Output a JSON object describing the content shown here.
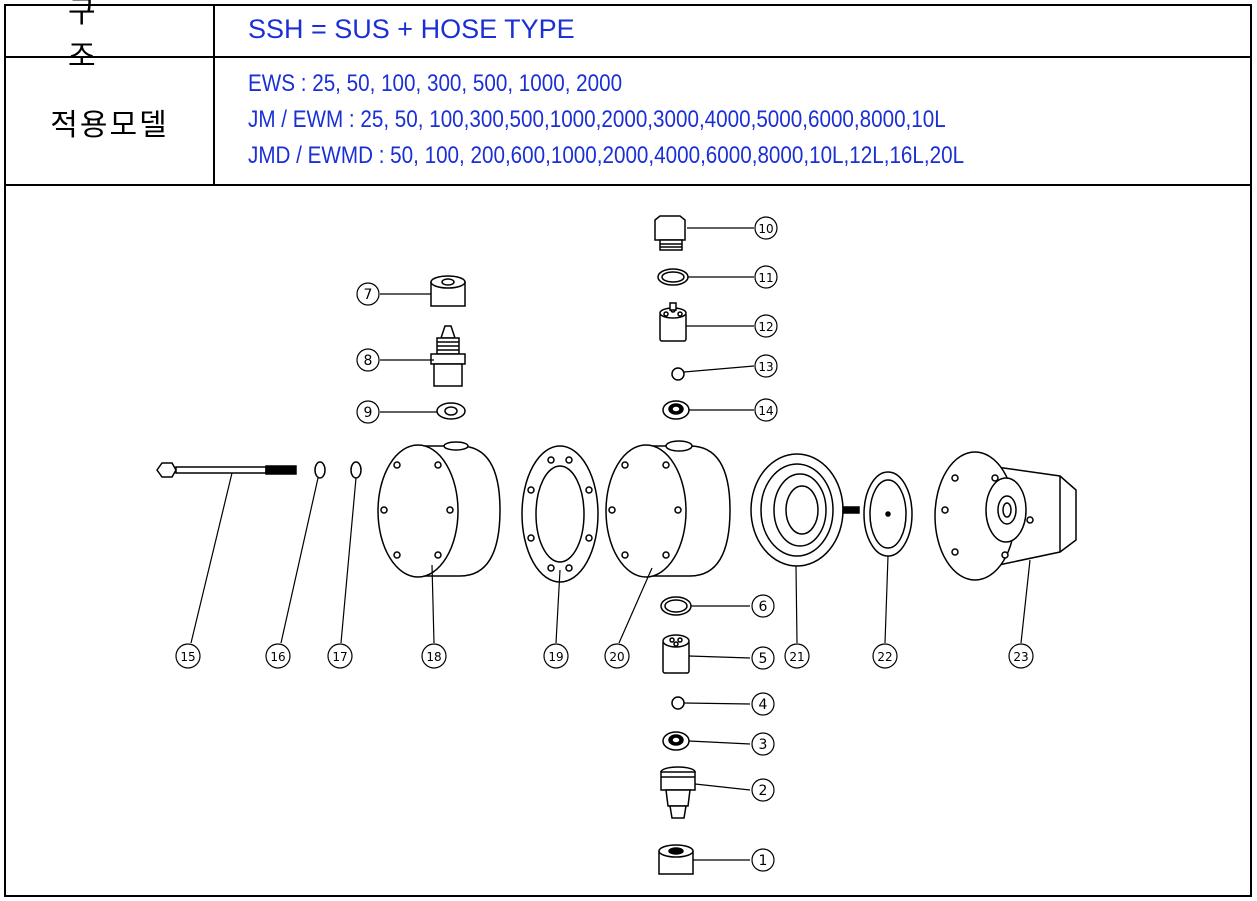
{
  "table": {
    "structure_label": "구조",
    "structure_value": "SSH = SUS + HOSE TYPE",
    "model_label": "적용모델",
    "model_lines": [
      "EWS : 25, 50, 100, 300, 500, 1000, 2000",
      "JM / EWM : 25, 50, 100,300,500,1000,2000,3000,4000,5000,6000,8000,10L",
      "JMD / EWMD : 50, 100, 200,600,1000,2000,4000,6000,8000,10L,12L,16L,20L"
    ]
  },
  "colors": {
    "value_text": "#1a2fd6",
    "line": "#000000"
  },
  "callouts": [
    "1",
    "2",
    "3",
    "4",
    "5",
    "6",
    "7",
    "8",
    "9",
    "10",
    "11",
    "12",
    "13",
    "14",
    "15",
    "16",
    "17",
    "18",
    "19",
    "20",
    "21",
    "22",
    "23"
  ]
}
